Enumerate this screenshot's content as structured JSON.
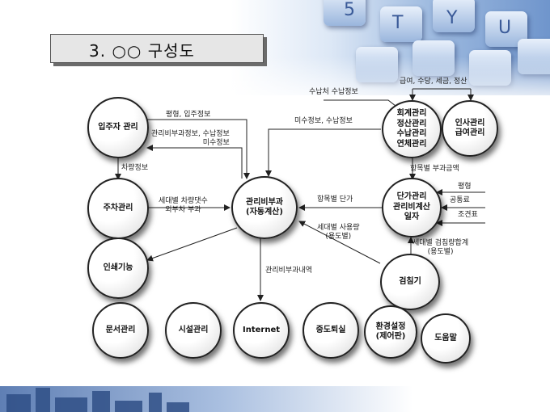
{
  "title": "3. ○○ 구성도",
  "nodes": {
    "resident_mgmt": "입주자 관리",
    "parking_mgmt": "주차관리",
    "print_func": "인쇄기능",
    "billing": "관리비부과\n(자동계산)",
    "accounting": "회계관리\n정산관리\n수납관리\n연체관리",
    "hr": "인사관리\n급여관리",
    "unit_price": "단가관리\n관리비계산\n일자",
    "meter": "검침기",
    "document": "문서관리",
    "facility": "시설관리",
    "internet": "Internet",
    "move_out": "중도퇴실",
    "env_settings": "환경설정\n(제어판)",
    "help": "도움말"
  },
  "labels": {
    "area_resident": "평형, 입주정보",
    "billing_info": "관리비부과정보, 수납정보\n미수정보",
    "vehicle_info": "차량정보",
    "household_cars": "세대별 차량댓수\n외부차 부과",
    "unpaid_info": "미수정보, 수납정보",
    "payee_info": "수납처 수납정보",
    "payroll": "급여, 수당, 세금, 정산",
    "item_amount": "항목별 부과금액",
    "item_price": "항목별 단가",
    "area": "평형",
    "common_fee": "공통료",
    "adjust_table": "조견표",
    "usage": "세대별 사용량\n(용도별)",
    "meter_total": "세대별 검침량합계\n(용도별)",
    "billing_detail": "관리비부과내역"
  }
}
